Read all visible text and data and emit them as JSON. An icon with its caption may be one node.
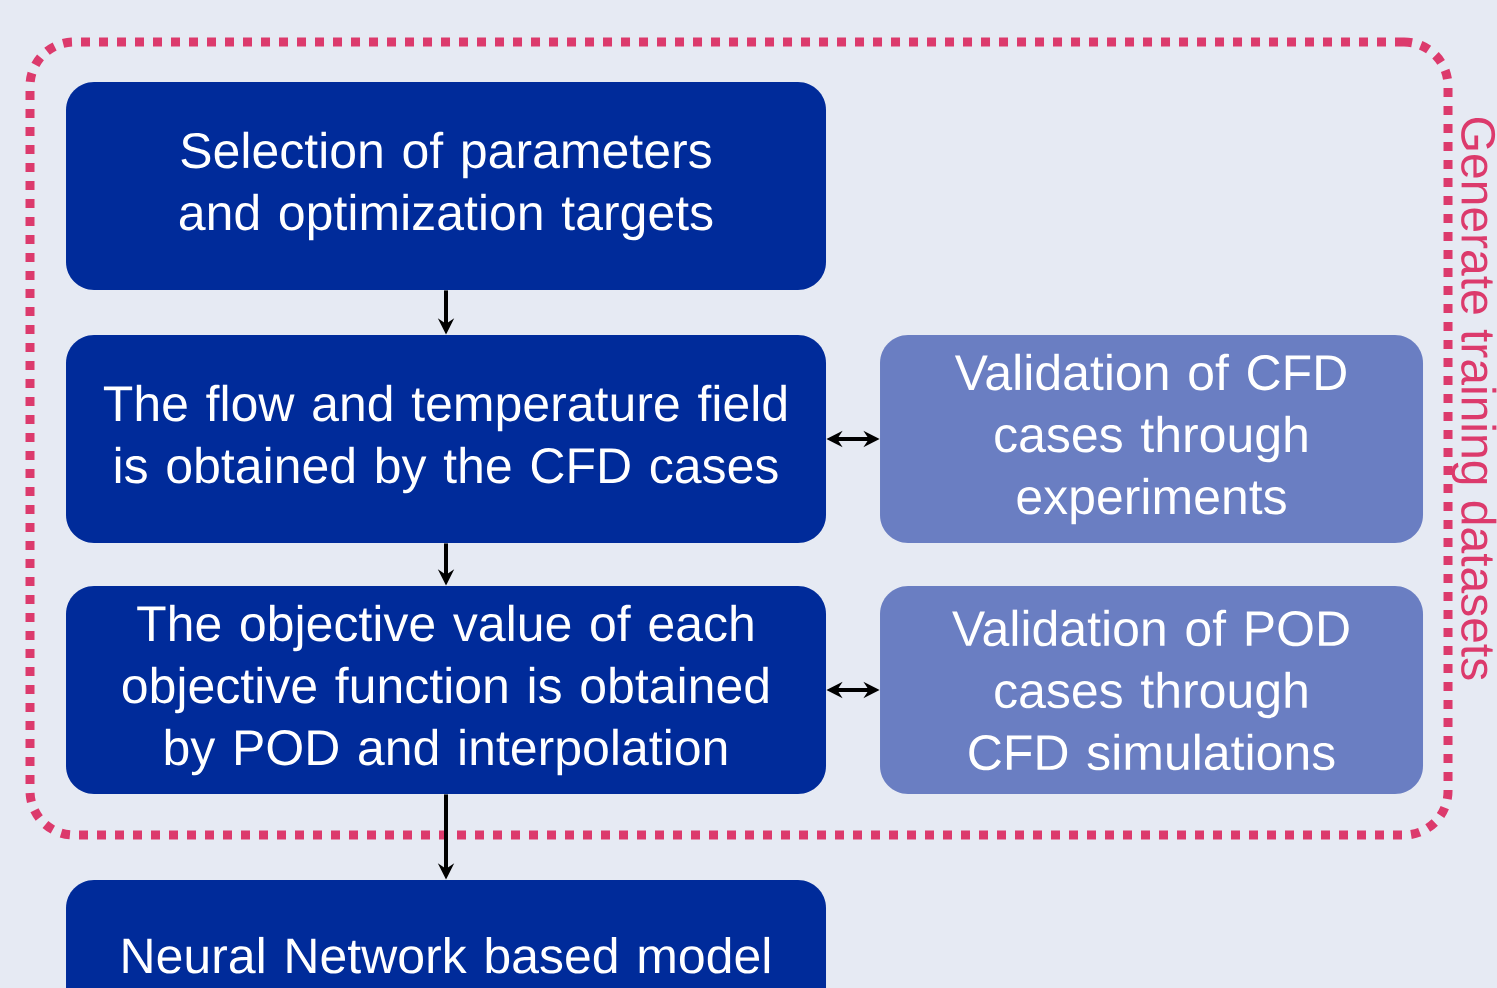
{
  "diagram": {
    "nodes": [
      {
        "text": [
          "Generate training datasets"
        ]
      },
      {
        "text": [
          "Selection of parameters and optimization targets"
        ],
        "in": 0
      },
      {
        "text": [
          "The flow and temperature field is obtained by the CFD cases"
        ],
        "in": 0
      },
      {
        "text": [
          "The objective value of each objective function is obtained by POD and interpolation"
        ],
        "in": 0
      },
      {
        "text": [
          "Validation of CFD cases through experiments"
        ],
        "in": 0
      },
      {
        "text": [
          "Validation of POD cases through CFD simulations"
        ],
        "in": 0
      },
      {
        "text": [
          "Neural Network based model"
        ]
      }
    ],
    "edges": [
      {
        "from": 1,
        "to": 2,
        "arrow": "to"
      },
      {
        "from": 2,
        "to": 3,
        "arrow": "to"
      },
      {
        "from": 3,
        "to": 6,
        "arrow": "to"
      },
      {
        "from": 2,
        "to": 4,
        "arrow": "both"
      },
      {
        "from": 3,
        "to": 5,
        "arrow": "both"
      }
    ]
  }
}
